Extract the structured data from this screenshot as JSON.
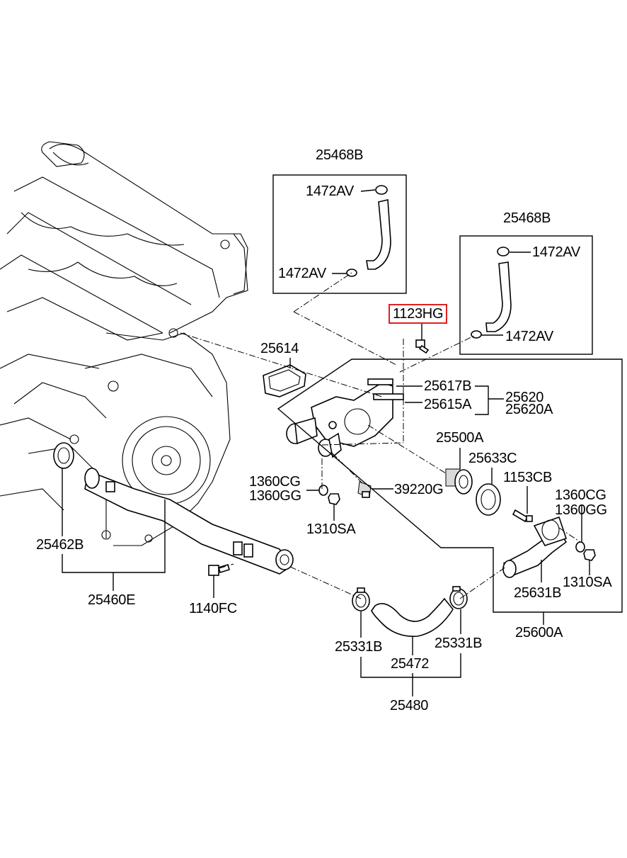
{
  "labels": {
    "hose_assy_top": "25468B",
    "clamp_top_1": "1472AV",
    "clamp_top_2": "1472AV",
    "hose_assy_right": "25468B",
    "clamp_right_1": "1472AV",
    "clamp_right_2": "1472AV",
    "bolt_highlighted": "1123HG",
    "gasket": "25614",
    "pipe_b": "25617B",
    "pipe_a": "25615A",
    "housing_1": "25620",
    "housing_2": "25620A",
    "thermostat": "25500A",
    "thermo_gasket": "25633C",
    "stud": "1153CB",
    "washer_left_1": "1360CG",
    "washer_left_2": "1360GG",
    "sensor": "39220G",
    "washer_right_1": "1360CG",
    "washer_right_2": "1360GG",
    "nut_left": "1310SA",
    "seal": "25462B",
    "outlet_fitting": "25631B",
    "nut_right": "1310SA",
    "pipe_assy": "25460E",
    "flange_bolt": "1140FC",
    "housing_assy": "25600A",
    "hose_clamp_left": "25331B",
    "hose_clamp_right": "25331B",
    "hose": "25472",
    "hose_assy": "25480"
  },
  "colors": {
    "highlight": "#e02020",
    "line": "#000000",
    "background": "#ffffff"
  }
}
